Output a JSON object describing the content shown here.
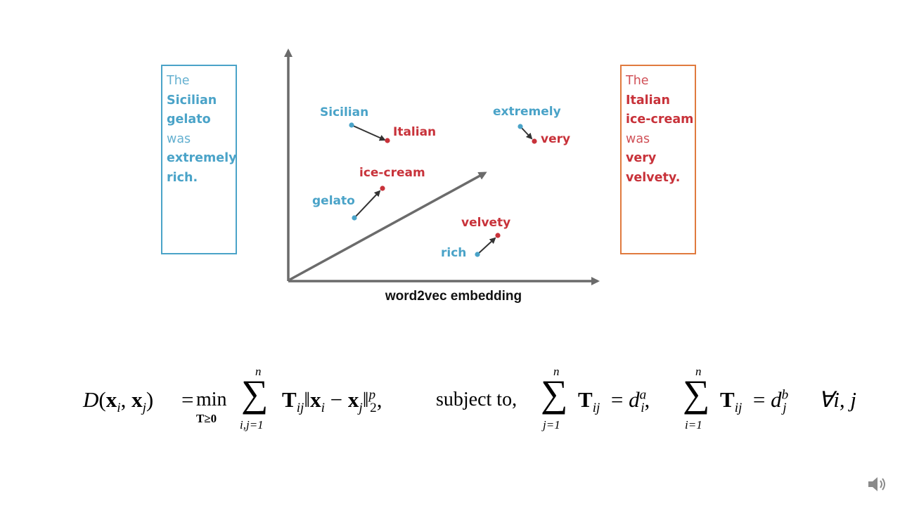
{
  "left_sentence": {
    "words": [
      {
        "text": "The",
        "style": "light"
      },
      {
        "text": "Sicilian",
        "style": "bold"
      },
      {
        "text": "gelato",
        "style": "bold"
      },
      {
        "text": "was",
        "style": "light"
      },
      {
        "text": "extremely",
        "style": "bold"
      },
      {
        "text": "rich.",
        "style": "bold"
      }
    ],
    "color": "#4aa3c8"
  },
  "right_sentence": {
    "words": [
      {
        "text": "The",
        "style": "light"
      },
      {
        "text": "Italian",
        "style": "bold"
      },
      {
        "text": "ice-cream",
        "style": "bold"
      },
      {
        "text": "was",
        "style": "light"
      },
      {
        "text": "very",
        "style": "bold"
      },
      {
        "text": "velvety.",
        "style": "bold"
      }
    ],
    "color": "#c8323a",
    "border_color": "#e07a3e"
  },
  "diagram": {
    "caption": "word2vec embedding",
    "blue_color": "#4aa3c8",
    "red_color": "#c8323a",
    "pairs": [
      {
        "from": "Sicilian",
        "to": "Italian"
      },
      {
        "from": "gelato",
        "to": "ice-cream"
      },
      {
        "from": "extremely",
        "to": "very"
      },
      {
        "from": "rich",
        "to": "velvety"
      }
    ]
  },
  "formula": {
    "lhs_D": "D",
    "lhs_args": "(x",
    "eq": "=",
    "min": "min",
    "min_sub": "T≥0",
    "sum1_top": "n",
    "sum1_bottom": "i,j=1",
    "term_T": "T",
    "term_T_sub": "ij",
    "norm": "‖x",
    "norm_tail_sup": "p",
    "norm_tail_sub": "2",
    "subject_to": "subject to,",
    "sum2_top": "n",
    "sum2_bottom": "j=1",
    "d_a": "d",
    "d_a_sup": "a",
    "d_a_sub": "i",
    "sum3_top": "n",
    "sum3_bottom": "i=1",
    "d_b": "d",
    "d_b_sup": "b",
    "d_b_sub": "j",
    "forall": "∀i, j"
  },
  "speaker_icon": "speaker-icon"
}
